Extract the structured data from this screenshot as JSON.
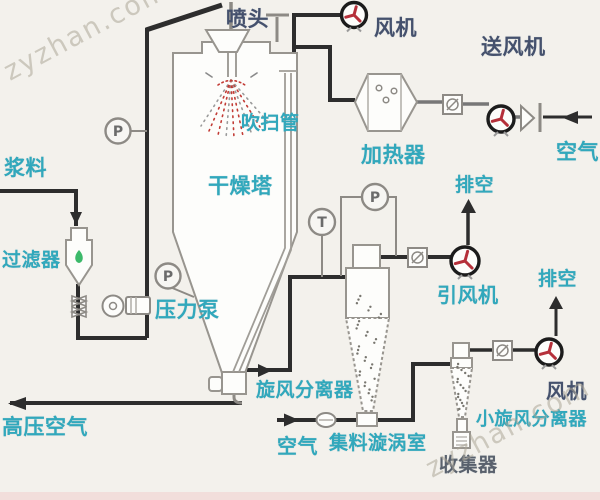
{
  "diagram": {
    "labels": {
      "slurry": "浆料",
      "spray_head": "喷头",
      "fan_top": "风机",
      "supply_fan": "送风机",
      "purge_pipe": "吹扫管",
      "heater": "加热器",
      "air_right": "空气",
      "drying_tower": "干燥塔",
      "vent_1": "排空",
      "filter": "过滤器",
      "vent_2": "排空",
      "induced_fan": "引风机",
      "pressure_pump": "压力泵",
      "cyclone": "旋风分离器",
      "fan_bottom": "风机",
      "hp_air": "高压空气",
      "small_cyclone": "小旋风分离器",
      "air_bottom": "空气",
      "vortex_chamber": "集料漩涡室",
      "collector": "收集器"
    },
    "gauges": {
      "feed_pressure": "P",
      "tower_pressure": "P",
      "temperature": "T",
      "cyclone_pressure": "P"
    },
    "watermark": "zyzhan.com",
    "colors": {
      "label_cyan": "#31a8bc",
      "label_navy": "#45516d",
      "label_slate": "#59616d",
      "pipe_black": "#2d2d2d",
      "equipment_grey": "#98958f",
      "fan_ring": "#1c1c1c",
      "fan_blade": "#b5303a",
      "spray_red": "#c23b35",
      "drop_green": "#3cb96a",
      "background": "#f3f1ec",
      "bottom_strip": "#f2dedb"
    }
  }
}
